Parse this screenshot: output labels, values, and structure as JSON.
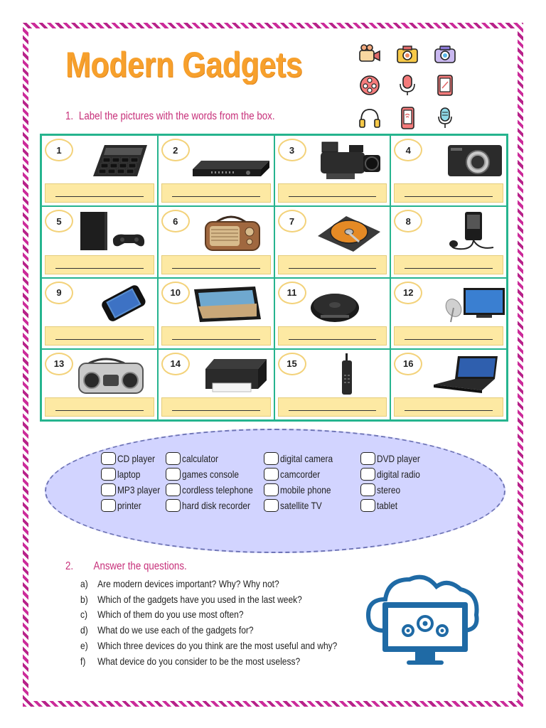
{
  "title": "Modern Gadgets",
  "task1": {
    "number": "1.",
    "text": "Label the pictures with the words from the box."
  },
  "header_icons": [
    "video-camera",
    "photo-camera",
    "camera",
    "film-reel",
    "microphone",
    "tablet",
    "headphones",
    "smartphone",
    "podcast-mic"
  ],
  "pictures": [
    {
      "num": "1",
      "icon": "calculator"
    },
    {
      "num": "2",
      "icon": "dvd-player"
    },
    {
      "num": "3",
      "icon": "camcorder"
    },
    {
      "num": "4",
      "icon": "digital-camera"
    },
    {
      "num": "5",
      "icon": "games-console"
    },
    {
      "num": "6",
      "icon": "digital-radio"
    },
    {
      "num": "7",
      "icon": "hard-disk"
    },
    {
      "num": "8",
      "icon": "mp3-player"
    },
    {
      "num": "9",
      "icon": "mobile-phone"
    },
    {
      "num": "10",
      "icon": "tablet"
    },
    {
      "num": "11",
      "icon": "cd-player"
    },
    {
      "num": "12",
      "icon": "satellite-tv"
    },
    {
      "num": "13",
      "icon": "stereo"
    },
    {
      "num": "14",
      "icon": "printer"
    },
    {
      "num": "15",
      "icon": "cordless-telephone"
    },
    {
      "num": "16",
      "icon": "laptop"
    }
  ],
  "word_box": [
    [
      "CD player",
      "laptop",
      "MP3 player",
      "printer"
    ],
    [
      "calculator",
      "games console",
      "cordless telephone",
      "hard disk recorder"
    ],
    [
      "digital camera",
      "camcorder",
      "mobile phone",
      "satellite TV"
    ],
    [
      "DVD player",
      "digital radio",
      "stereo",
      "tablet"
    ]
  ],
  "task2": {
    "number": "2.",
    "text": "Answer the questions.",
    "questions": [
      {
        "letter": "a)",
        "text": "Are modern devices important? Why? Why not?"
      },
      {
        "letter": "b)",
        "text": "Which of the gadgets have you used in the last week?"
      },
      {
        "letter": "c)",
        "text": "Which of them do you use most often?"
      },
      {
        "letter": "d)",
        "text": "What do we use each of the gadgets for?"
      },
      {
        "letter": "e)",
        "text": "Which three devices do you think are the most useful and why?"
      },
      {
        "letter": "f)",
        "text": "What device do you consider to be the most useless?"
      }
    ]
  },
  "colors": {
    "title": "#f7a02c",
    "accent": "#c7307a",
    "grid": "#26b48e",
    "answer_fill": "#fde9a3",
    "ellipse": "#d2d4ff",
    "cloud": "#1f6aa5"
  }
}
